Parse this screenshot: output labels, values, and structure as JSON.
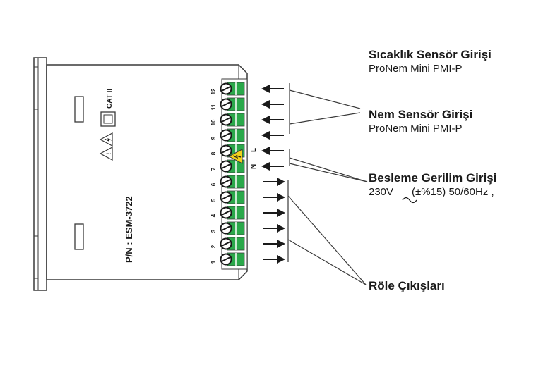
{
  "device": {
    "part_number": "P/N : ESM-3722",
    "category_label": "CAT II",
    "live_mark_L": "L",
    "neutral_mark_N": "N",
    "terminal_numbers": [
      "12",
      "11",
      "10",
      "9",
      "8",
      "7",
      "6",
      "5",
      "4",
      "3",
      "2",
      "1"
    ]
  },
  "labels": {
    "temperature_sensor": {
      "title": "Sıcaklık Sensör Girişi",
      "subtitle": "ProNem Mini PMI-P"
    },
    "humidity_sensor": {
      "title": "Nem Sensör Girişi",
      "subtitle": "ProNem Mini PMI-P"
    },
    "supply_input": {
      "title": "Besleme Gerilim Girişi",
      "subtitle_prefix": "230V",
      "subtitle_suffix": "(±%15) 50/60Hz ,"
    },
    "relay_outputs": {
      "title": "Röle Çıkışları"
    }
  },
  "colors": {
    "outline": "#3a3a3a",
    "terminal_green": "#2aa84a",
    "warning_yellow": "#f2d21b"
  },
  "icons": [
    "warning-triangle-icon",
    "lightning-warning-icon",
    "category-square-icon",
    "high-voltage-warning-icon",
    "arrow-left-icon",
    "arrow-right-icon"
  ]
}
